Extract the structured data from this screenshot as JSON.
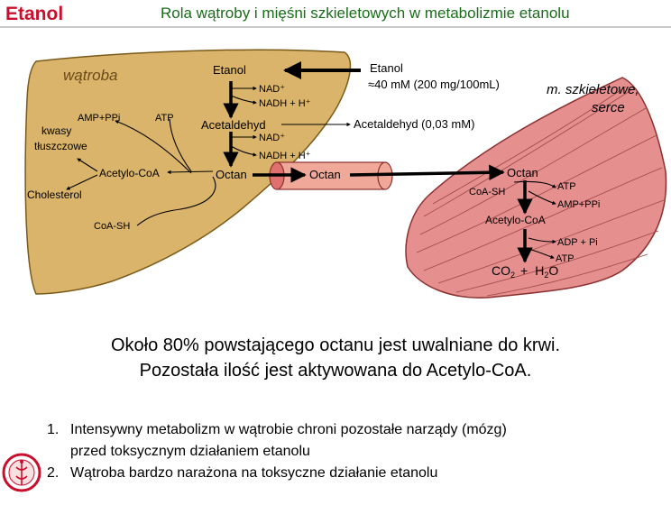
{
  "header": {
    "title": "Etanol",
    "subtitle": "Rola wątroby i mięśni szkieletowych w metabolizmie etanolu"
  },
  "diagram": {
    "liver": {
      "label": "wątroba",
      "etanol": "Etanol",
      "nad1": "NAD⁺",
      "nadh1": "NADH + H⁺",
      "acetaldehyd": "Acetaldehyd",
      "nad2": "NAD⁺",
      "nadh2": "NADH + H⁺",
      "octan": "Octan",
      "amp_ppi": "AMP+PPi",
      "atp": "ATP",
      "kwasy": "kwasy",
      "tluszczowe": "tłuszczowe",
      "acetylo_coa": "Acetylo-CoA",
      "cholesterol": "Cholesterol",
      "coa_sh": "CoA-SH"
    },
    "blood": {
      "etanol": "Etanol",
      "etanol_conc": "≈40 mM (200 mg/100mL)",
      "acetaldehyd_conc": "Acetaldehyd (0,03 mM)",
      "octan": "Octan"
    },
    "muscle": {
      "label_line1": "m. szkieletowe,",
      "label_line2": "serce",
      "octan": "Octan",
      "coa_sh": "CoA-SH",
      "atp1": "ATP",
      "amp_ppi": "AMP+PPi",
      "acetylo_coa": "Acetylo-CoA",
      "adp_pi": "ADP + Pi",
      "atp2": "ATP",
      "co2": "CO",
      "co2_sub": "2",
      "plus": "+",
      "h2o_h": "H",
      "h2o_sub": "2",
      "h2o_o": "O"
    }
  },
  "summary": {
    "line1": "Około 80% powstającego octanu jest uwalniane do krwi.",
    "line2": "Pozostała ilość jest aktywowana do Acetylo-CoA."
  },
  "notes": [
    {
      "number": "1.",
      "text": "Intensywny metabolizm w wątrobie chroni pozostałe narządy (mózg)",
      "continuation": "przed toksycznym działaniem etanolu"
    },
    {
      "number": "2.",
      "text": "Wątroba bardzo narażona na toksyczne działanie etanolu"
    }
  ],
  "colors": {
    "title": "#c8102e",
    "subtitle": "#1a6b1a",
    "liver_fill": "#d9b46a",
    "muscle_fill": "#e58f8f",
    "tube_fill": "#f0a898",
    "logo_ring": "#c8102e"
  }
}
